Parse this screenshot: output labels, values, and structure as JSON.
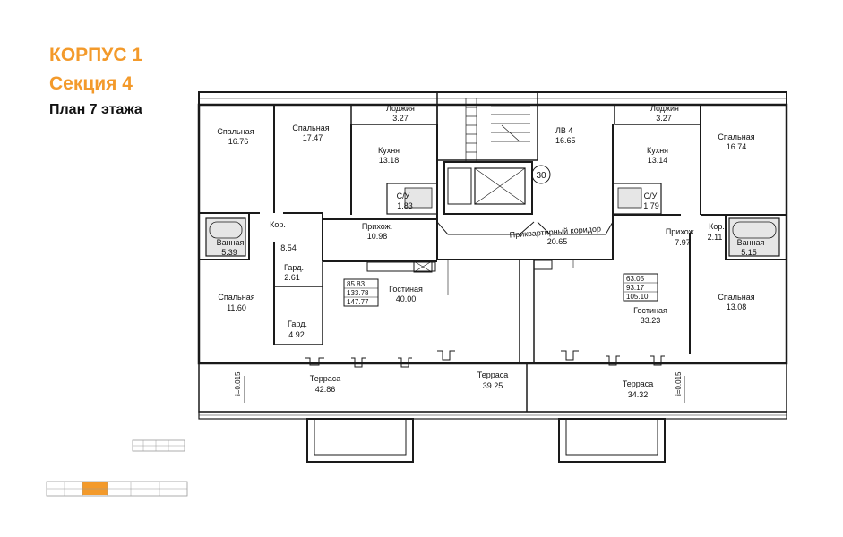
{
  "header": {
    "building": "КОРПУС 1",
    "section": "Секция 4",
    "floor_plan": "План 7 этажа"
  },
  "stair_label": "ЛВ 4",
  "stair_area": "16.65",
  "elevator_marker": "30",
  "corridor": {
    "name": "Приквартирный коридор",
    "area": "20.65"
  },
  "slope_note": "i=0.015",
  "apartments": [
    {
      "areas": [
        "85.83",
        "133.78",
        "147.77"
      ]
    },
    {
      "areas": [
        "63.05",
        "93.17",
        "105.10"
      ]
    }
  ],
  "rooms": [
    {
      "id": "bed1",
      "name": "Спальная",
      "area": "16.76"
    },
    {
      "id": "bed2",
      "name": "Спальная",
      "area": "17.47"
    },
    {
      "id": "loggia1",
      "name": "Лоджия",
      "area": "3.27"
    },
    {
      "id": "kitchen1",
      "name": "Кухня",
      "area": "13.18"
    },
    {
      "id": "wc1",
      "name": "С/У",
      "area": "1.83"
    },
    {
      "id": "bath1",
      "name": "Ванная",
      "area": "5.39"
    },
    {
      "id": "cor1",
      "name": "Кор.",
      "area": "8.54"
    },
    {
      "id": "hall1",
      "name": "Прихож.",
      "area": "10.98"
    },
    {
      "id": "ward1",
      "name": "Гард.",
      "area": "2.61"
    },
    {
      "id": "bed3",
      "name": "Спальная",
      "area": "11.60"
    },
    {
      "id": "living1",
      "name": "Гостиная",
      "area": "40.00"
    },
    {
      "id": "ward2",
      "name": "Гард.",
      "area": "4.92"
    },
    {
      "id": "terrace1",
      "name": "Терраса",
      "area": "42.86"
    },
    {
      "id": "terrace2",
      "name": "Терраса",
      "area": "39.25"
    },
    {
      "id": "loggia2",
      "name": "Лоджия",
      "area": "3.27"
    },
    {
      "id": "kitchen2",
      "name": "Кухня",
      "area": "13.14"
    },
    {
      "id": "wc2",
      "name": "С/У",
      "area": "1.79"
    },
    {
      "id": "bed4",
      "name": "Спальная",
      "area": "16.74"
    },
    {
      "id": "hall2",
      "name": "Прихож.",
      "area": "7.97"
    },
    {
      "id": "cor2",
      "name": "Кор.",
      "area": "2.11"
    },
    {
      "id": "bath2",
      "name": "Ванная",
      "area": "5.15"
    },
    {
      "id": "living2",
      "name": "Гостиная",
      "area": "33.23"
    },
    {
      "id": "bed5",
      "name": "Спальная",
      "area": "13.08"
    },
    {
      "id": "terrace3",
      "name": "Терраса",
      "area": "34.32"
    }
  ],
  "colors": {
    "accent": "#f39a2b",
    "line": "#1a1a1a",
    "bathroom_fill": "#e6e6e6"
  }
}
